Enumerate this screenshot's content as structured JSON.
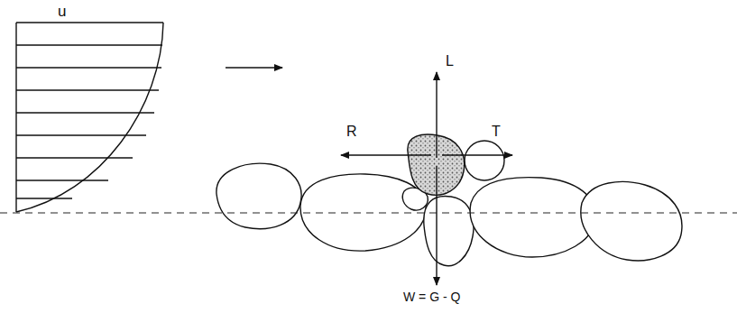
{
  "diagram": {
    "labels": [
      "u",
      "L",
      "R",
      "T",
      "W = G - Q"
    ]
  }
}
